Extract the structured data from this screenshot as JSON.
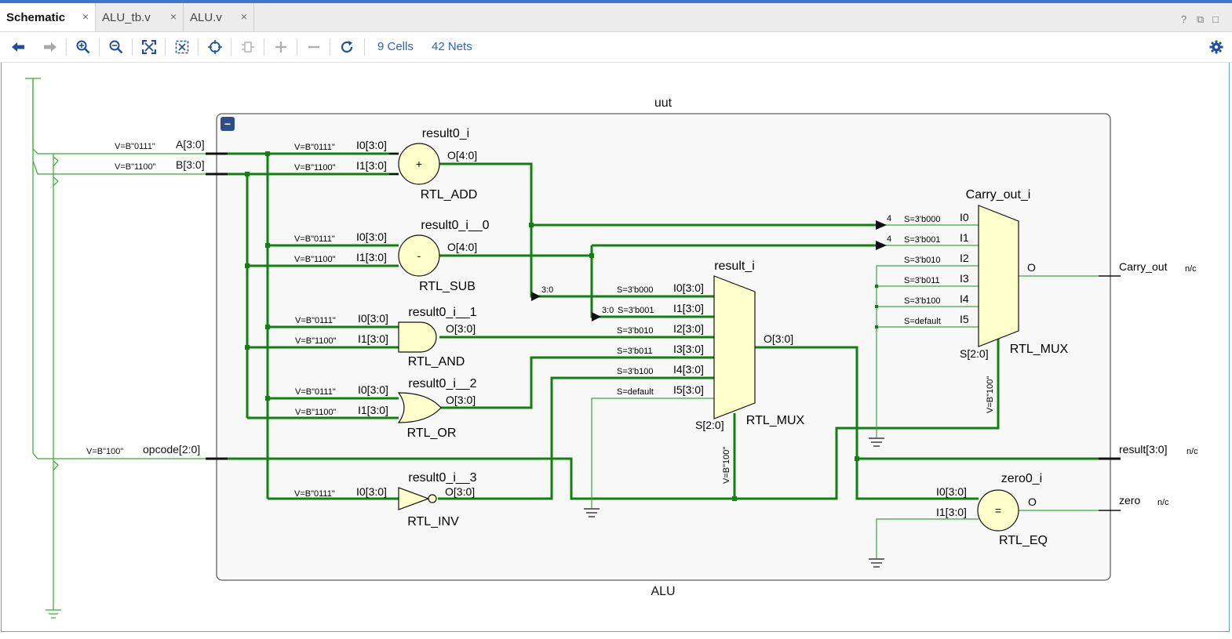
{
  "tabs": [
    {
      "label": "Schematic",
      "close": "×"
    },
    {
      "label": "ALU_tb.v",
      "close": "×"
    },
    {
      "label": "ALU.v",
      "close": "×"
    }
  ],
  "window_controls": {
    "help": "?",
    "restore": "⧉",
    "maximize": "□"
  },
  "toolbar": {
    "buttons": [
      "back-icon",
      "forward-icon",
      "zoom-in-icon",
      "zoom-out-icon",
      "fit-icon",
      "zoom-fit-selection-icon",
      "autofit-selection-icon",
      "regenerate-icon",
      "expand-icon",
      "collapse-icon",
      "reload-icon",
      "settings-icon"
    ],
    "cells_label": "9 Cells",
    "nets_label": "42 Nets"
  },
  "schematic": {
    "instance_name": "uut",
    "module_name": "ALU",
    "collapse_symbol": "−",
    "ports": {
      "a": {
        "name": "A[3:0]",
        "value": "V=B\"0111\""
      },
      "b": {
        "name": "B[3:0]",
        "value": "V=B\"1100\""
      },
      "opcode": {
        "name": "opcode[2:0]",
        "value": "V=B\"100\""
      },
      "carry_out": {
        "name": "Carry_out",
        "nc": "n/c"
      },
      "result": {
        "name": "result[3:0]",
        "nc": "n/c"
      },
      "zero": {
        "name": "zero",
        "nc": "n/c"
      }
    },
    "cells": {
      "add": {
        "name": "result0_i",
        "type": "RTL_ADD",
        "symbol": "+",
        "in0": "I0[3:0]",
        "in1": "I1[3:0]",
        "out": "O[4:0]",
        "val0": "V=B\"0111\"",
        "val1": "V=B\"1100\""
      },
      "sub": {
        "name": "result0_i__0",
        "type": "RTL_SUB",
        "symbol": "-",
        "in0": "I0[3:0]",
        "in1": "I1[3:0]",
        "out": "O[4:0]",
        "val0": "V=B\"0111\"",
        "val1": "V=B\"1100\""
      },
      "and": {
        "name": "result0_i__1",
        "type": "RTL_AND",
        "in0": "I0[3:0]",
        "in1": "I1[3:0]",
        "out": "O[3:0]",
        "val0": "V=B\"0111\"",
        "val1": "V=B\"1100\""
      },
      "or": {
        "name": "result0_i__2",
        "type": "RTL_OR",
        "in0": "I0[3:0]",
        "in1": "I1[3:0]",
        "out": "O[3:0]",
        "val0": "V=B\"0111\"",
        "val1": "V=B\"1100\""
      },
      "inv": {
        "name": "result0_i__3",
        "type": "RTL_INV",
        "in0": "I0[3:0]",
        "out": "O[3:0]",
        "val0": "V=B\"0111\""
      },
      "result_mux": {
        "name": "result_i",
        "type": "RTL_MUX",
        "out": "O[3:0]",
        "sel": "S[2:0]",
        "sel_value": "V=B\"100\"",
        "inputs": [
          {
            "pin": "I0[3:0]",
            "sel": "S=3'b000",
            "slice": "3:0"
          },
          {
            "pin": "I1[3:0]",
            "sel": "S=3'b001",
            "slice": "3:0"
          },
          {
            "pin": "I2[3:0]",
            "sel": "S=3'b010"
          },
          {
            "pin": "I3[3:0]",
            "sel": "S=3'b011"
          },
          {
            "pin": "I4[3:0]",
            "sel": "S=3'b100"
          },
          {
            "pin": "I5[3:0]",
            "sel": "S=default"
          }
        ]
      },
      "carry_mux": {
        "name": "Carry_out_i",
        "type": "RTL_MUX",
        "out": "O",
        "sel": "S[2:0]",
        "sel_value": "V=B\"100\"",
        "inputs": [
          {
            "pin": "I0",
            "sel": "S=3'b000",
            "bit": "4"
          },
          {
            "pin": "I1",
            "sel": "S=3'b001",
            "bit": "4"
          },
          {
            "pin": "I2",
            "sel": "S=3'b010"
          },
          {
            "pin": "I3",
            "sel": "S=3'b011"
          },
          {
            "pin": "I4",
            "sel": "S=3'b100"
          },
          {
            "pin": "I5",
            "sel": "S=default"
          }
        ]
      },
      "eq": {
        "name": "zero0_i",
        "type": "RTL_EQ",
        "symbol": "=",
        "in0": "I0[3:0]",
        "in1": "I1[3:0]",
        "out": "O"
      }
    }
  },
  "colors": {
    "accent": "#3b76d4",
    "wire": "#118011",
    "wire_thin": "#3aa83a",
    "cell_fill": "#ffffcc",
    "module_fill": "#f8f8f8",
    "link": "#1f66c4"
  }
}
